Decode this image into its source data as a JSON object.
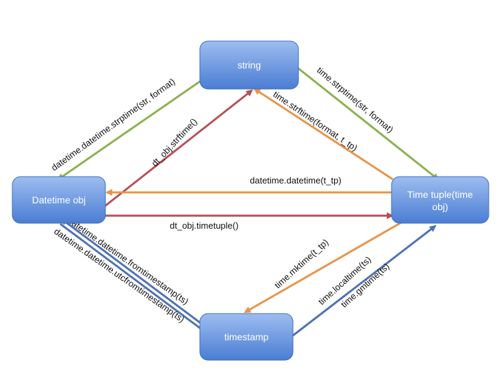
{
  "nodes": {
    "string": "string",
    "datetime_obj": "Datetime obj",
    "time_tuple_line1": "Time tuple(time",
    "time_tuple_line2": "obj)",
    "timestamp": "timestamp"
  },
  "edges": {
    "dt_strptime": "datetime.datetime.strptime(str, format)",
    "time_strptime": "time.strptime(str, format)",
    "dt_strftime": "dt_obj.strftime()",
    "time_strftime": "time.strftime(format, t_tp)",
    "dt_from_tuple": "datetime.datetime(t_tp)",
    "dt_timetuple": "dt_obj.timetuple()",
    "dt_fromtimestamp": "datetime.datetime.fromtimestamp(ts)",
    "dt_utcfromtimestamp": "datetime.datetime.utcfromtimestamp(ts)",
    "time_mktime": "time.mktime(t_tp)",
    "time_localtime": "time.localtime(ts)",
    "time_gmtime": "time.gmtime(ts)"
  },
  "colors": {
    "node_fill_top": "#8fb4ec",
    "node_fill_bottom": "#4f82d6",
    "node_border": "#3f6fbf",
    "green": "#8db04f",
    "orange": "#e8944a",
    "red": "#b65056",
    "blue": "#4f72b5"
  }
}
